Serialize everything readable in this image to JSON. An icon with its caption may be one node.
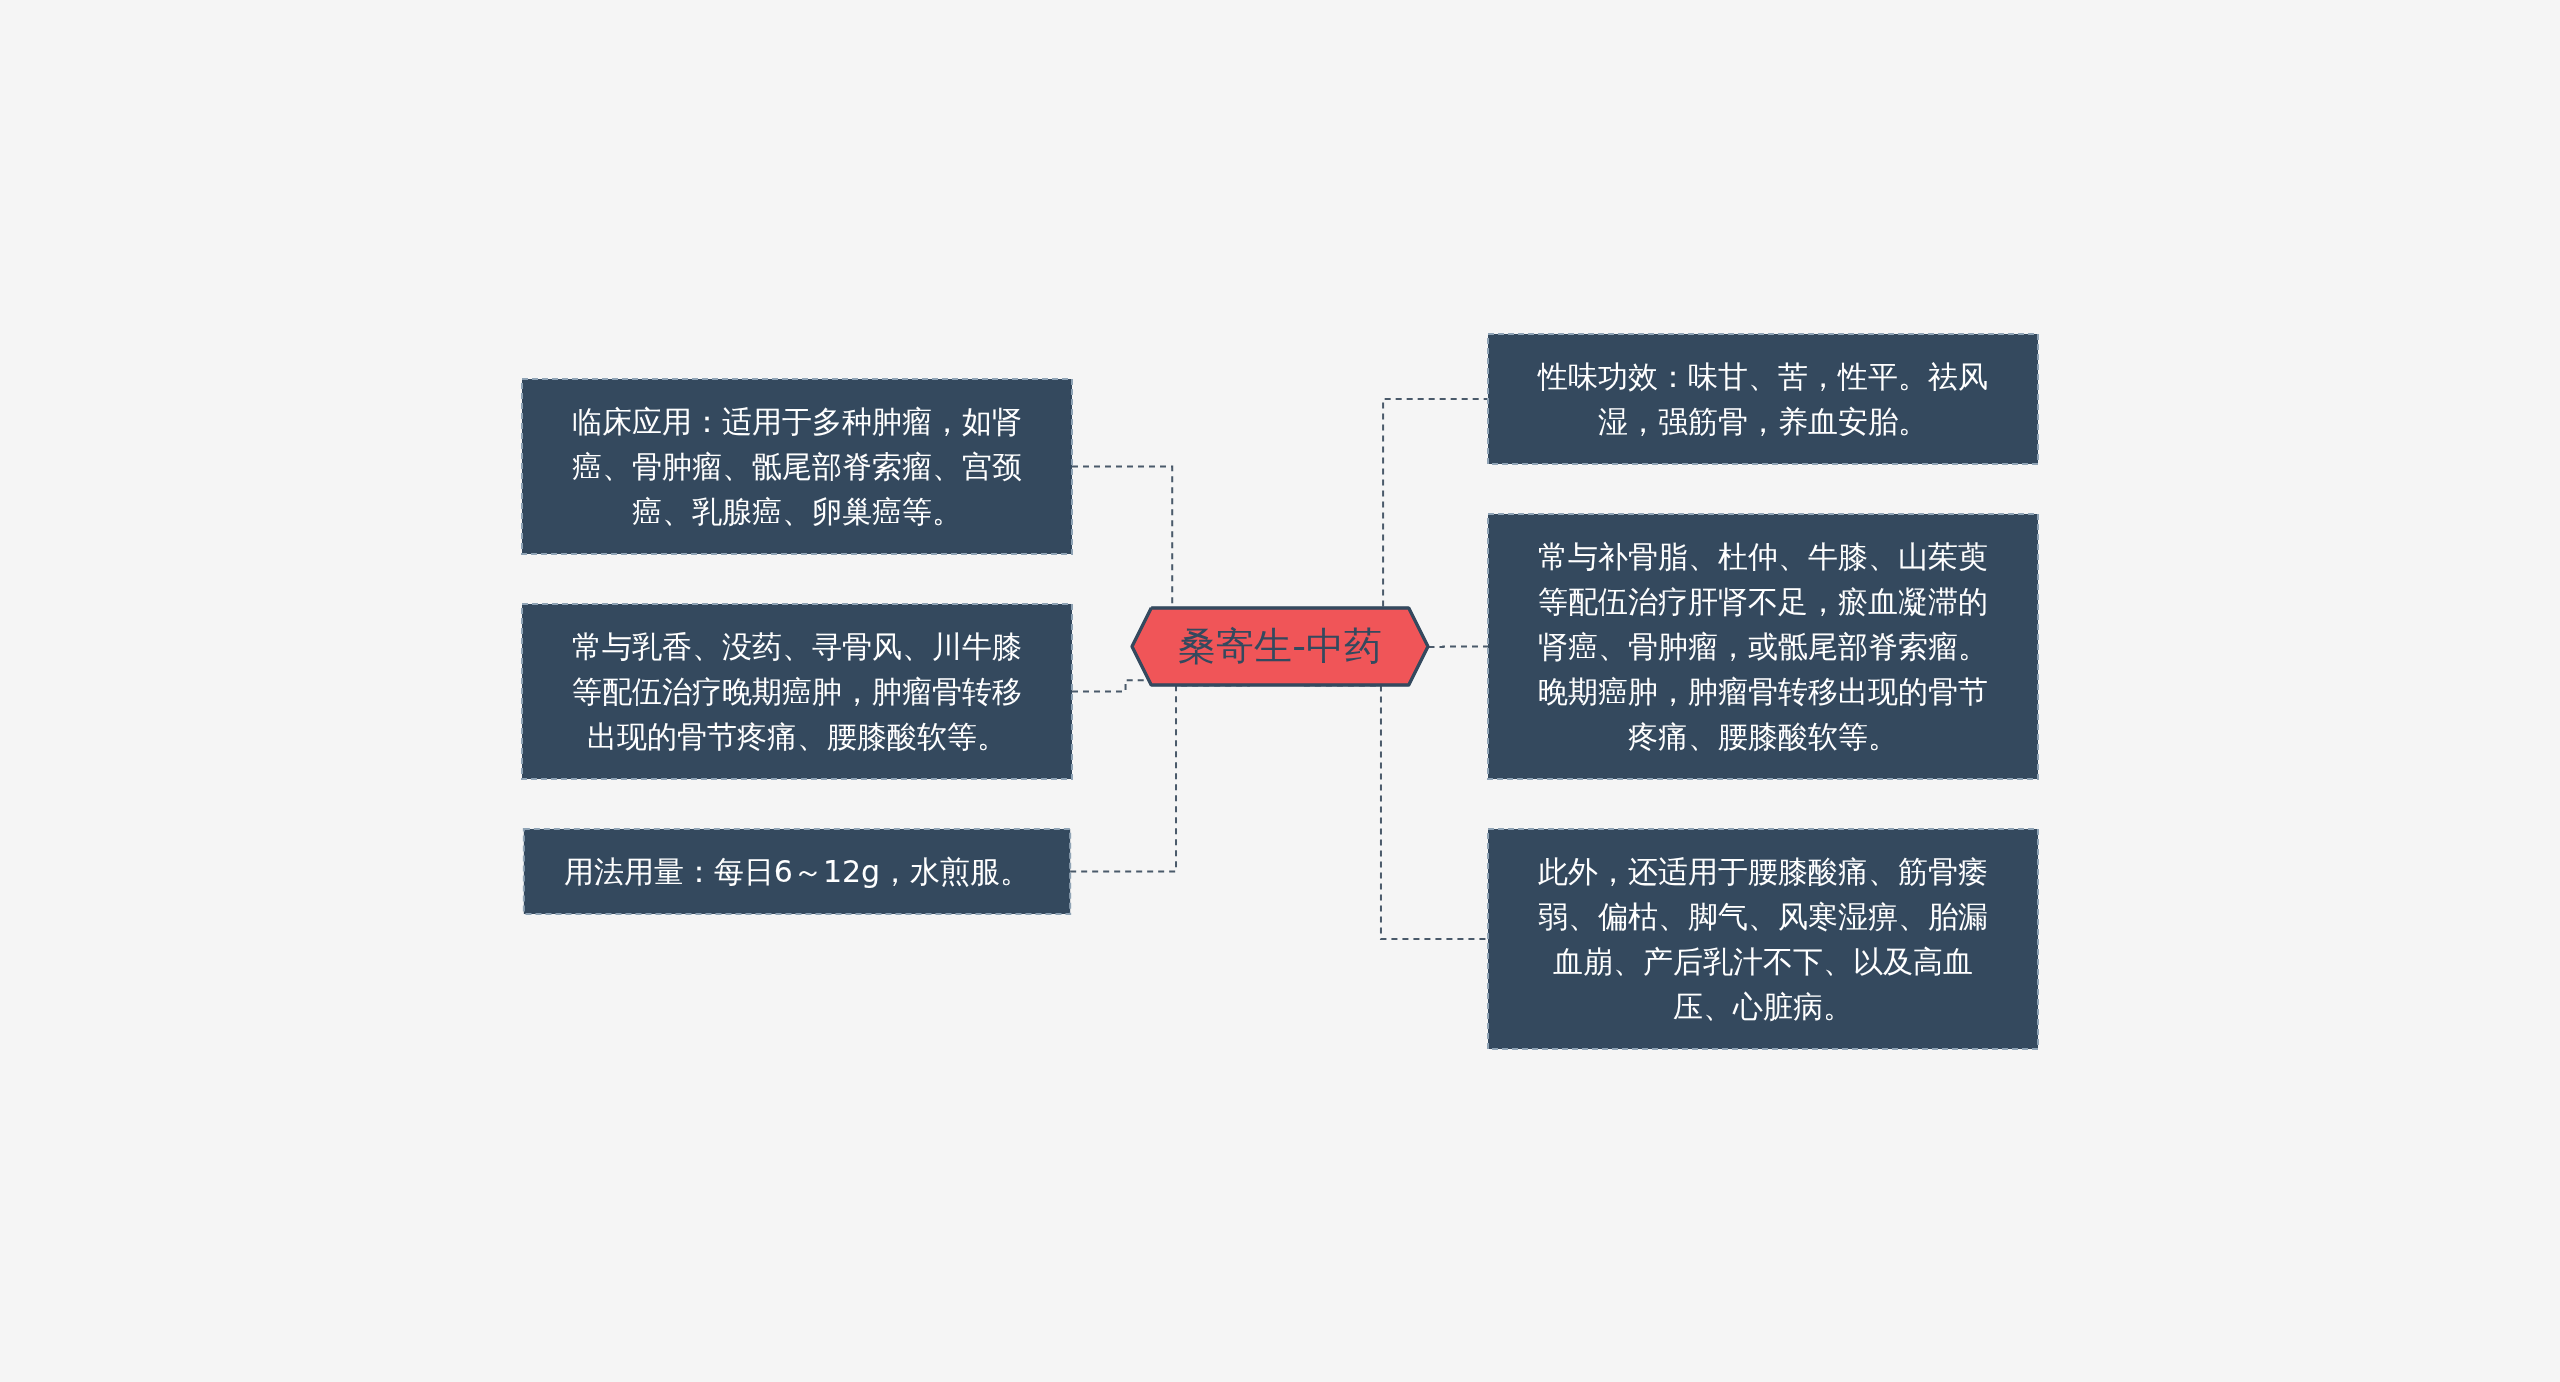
{
  "diagram": {
    "nodes": [
      {
        "text": [
          "临床应用：适用于多种肿瘤，如肾癌、骨肿瘤、骶尾部脊索瘤、宫颈癌、乳腺癌、卵巢癌等。"
        ]
      },
      {
        "text": [
          "常与乳香、没药、寻骨风、川牛膝等配伍治疗晚期癌肿，肿瘤骨转移出现的骨节疼痛、腰膝酸软等。"
        ]
      },
      {
        "text": [
          "用法用量：每日6～12g，水煎服。"
        ]
      },
      {
        "text": [
          "桑寄生-中药"
        ]
      },
      {
        "text": [
          "性味功效：味甘、苦，性平。祛风湿，强筋骨，养血安胎。"
        ]
      },
      {
        "text": [
          "常与补骨脂、杜仲、牛膝、山茱萸等配伍治疗肝肾不足，瘀血凝滞的肾癌、骨肿瘤，或骶尾部脊索瘤。晚期癌肿，肿瘤骨转移出现的骨节疼痛、腰膝酸软等。"
        ]
      },
      {
        "text": [
          "此外，还适用于腰膝酸痛、筋骨痿弱、偏枯、脚气、风寒湿痹、胎漏血崩、产后乳汁不下、以及高血压、心脏病。"
        ]
      }
    ],
    "edges": [
      {
        "from": 0,
        "to": 3,
        "arrow": "none",
        "style": "dashed"
      },
      {
        "from": 1,
        "to": 3,
        "arrow": "none",
        "style": "dashed"
      },
      {
        "from": 2,
        "to": 3,
        "arrow": "none",
        "style": "dashed"
      },
      {
        "from": 3,
        "to": 4,
        "arrow": "none",
        "style": "dashed"
      },
      {
        "from": 3,
        "to": 5,
        "arrow": "none",
        "style": "dashed"
      },
      {
        "from": 3,
        "to": 6,
        "arrow": "none",
        "style": "dashed"
      }
    ]
  }
}
